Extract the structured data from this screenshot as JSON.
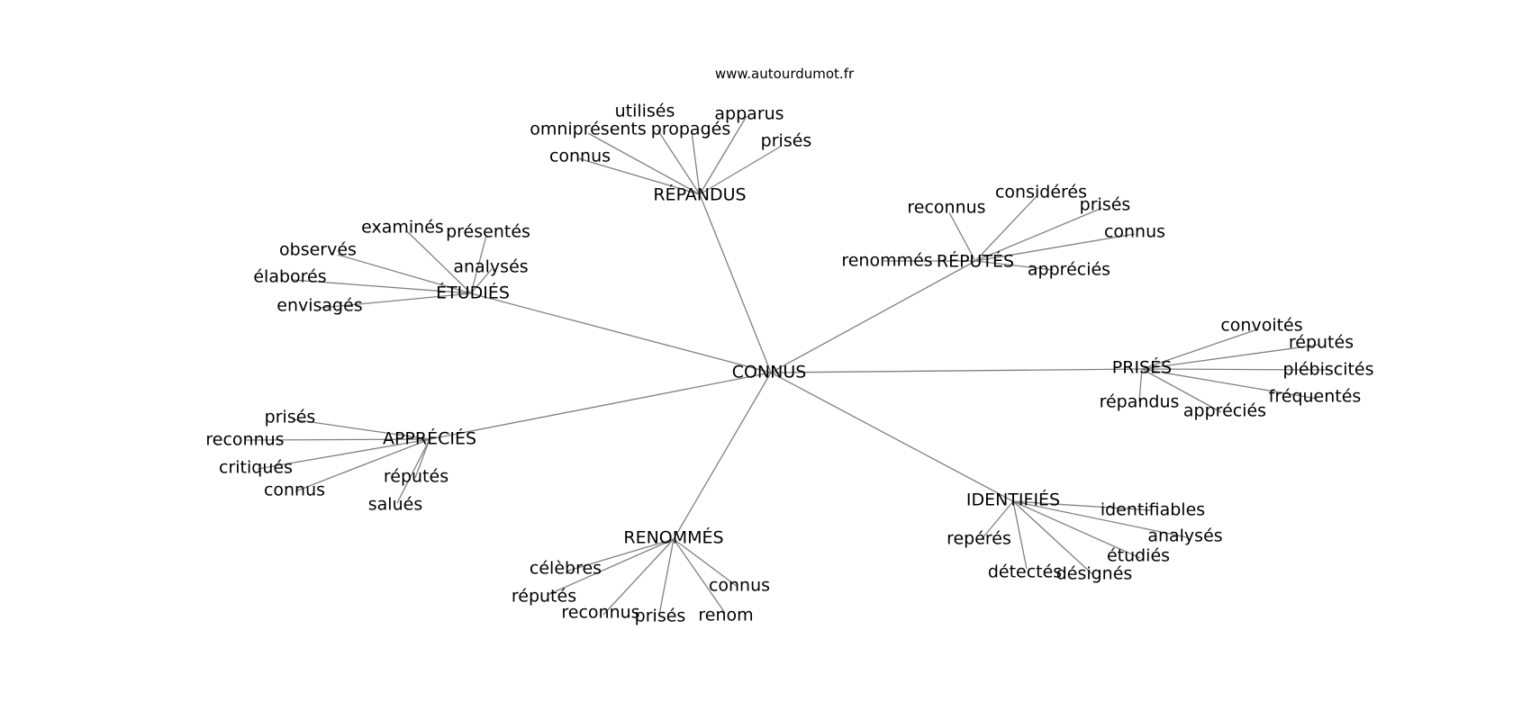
{
  "site": "www.autourdumot.fr",
  "graph": {
    "center": "CONNUS",
    "groups": [
      {
        "name": "RÉPANDUS",
        "words": [
          "utilisés",
          "apparus",
          "omniprésents",
          "propagés",
          "prisés",
          "connus"
        ]
      },
      {
        "name": "RÉPUTÉS",
        "words": [
          "considérés",
          "reconnus",
          "prisés",
          "connus",
          "renommés",
          "appréciés"
        ]
      },
      {
        "name": "ÉTUDIÉS",
        "words": [
          "examinés",
          "présentés",
          "observés",
          "analysés",
          "élaborés",
          "envisagés"
        ]
      },
      {
        "name": "PRISÉS",
        "words": [
          "convoités",
          "réputés",
          "plébiscités",
          "fréquentés",
          "répandus",
          "appréciés"
        ]
      },
      {
        "name": "APPRÉCIÉS",
        "words": [
          "prisés",
          "reconnus",
          "critiqués",
          "connus",
          "réputés",
          "salués"
        ]
      },
      {
        "name": "IDENTIFIÉS",
        "words": [
          "identifiables",
          "analysés",
          "repérés",
          "étudiés",
          "détectés",
          "désignés"
        ]
      },
      {
        "name": "RENOMMÉS",
        "words": [
          "célèbres",
          "réputés",
          "connus",
          "reconnus",
          "prisés",
          "renom"
        ]
      }
    ]
  }
}
